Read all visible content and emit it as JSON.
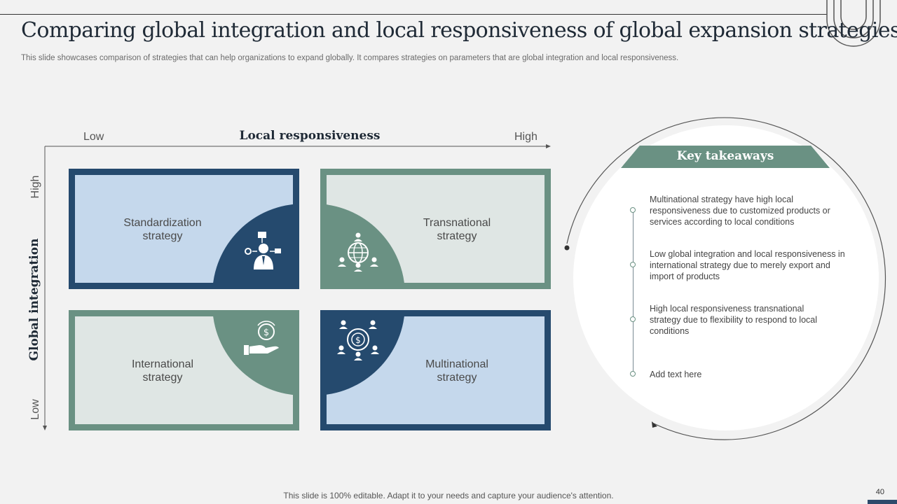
{
  "title": "Comparing global integration and local responsiveness of global expansion strategies",
  "subtitle": "This slide showcases comparison of strategies that can help organizations to expand globally. It compares strategies on parameters that are global integration and local responsiveness.",
  "matrix": {
    "x_axis": {
      "title": "Local responsiveness",
      "low": "Low",
      "high": "High"
    },
    "y_axis": {
      "title": "Global integration",
      "low": "Low",
      "high": "High"
    },
    "quadrants": [
      {
        "line1": "Standardization",
        "line2": "strategy",
        "icon": "manager-network-icon"
      },
      {
        "line1": "Transnational",
        "line2": "strategy",
        "icon": "globe-people-icon"
      },
      {
        "line1": "International",
        "line2": "strategy",
        "icon": "hand-dollar-globe-icon"
      },
      {
        "line1": "Multinational",
        "line2": "strategy",
        "icon": "dollar-globe-people-icon"
      }
    ]
  },
  "takeaways": {
    "heading": "Key takeaways",
    "items": [
      "Multinational strategy have high local responsiveness due to customized products or services according to local conditions",
      "Low global integration and local responsiveness in international strategy due to merely export and import of products",
      "High local responsiveness transnational strategy due to flexibility to respond to local conditions",
      "Add text here"
    ]
  },
  "footer": "This slide is 100% editable. Adapt it to your needs and capture your audience's attention.",
  "page_number": "40",
  "colors": {
    "navy": "#254a6e",
    "teal": "#6a9183",
    "light_blue": "#c5d8ec",
    "light_gray": "#dfe6e4"
  }
}
